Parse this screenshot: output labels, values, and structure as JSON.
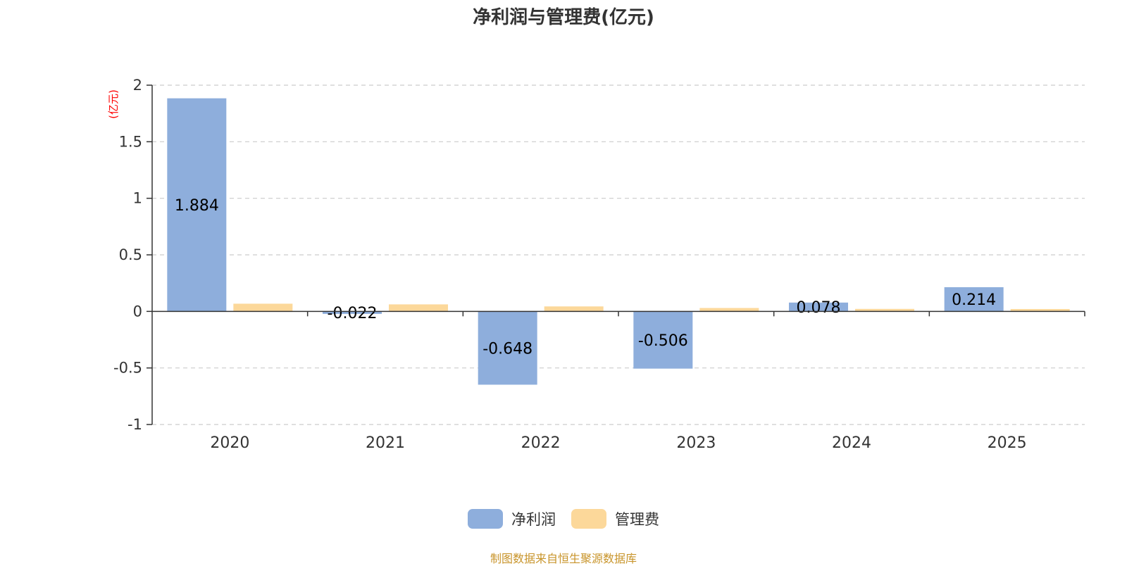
{
  "chart_data": {
    "type": "bar",
    "title": "净利润与管理费(亿元)",
    "ylabel": "(亿元)",
    "categories": [
      "2020",
      "2021",
      "2022",
      "2023",
      "2024",
      "2025"
    ],
    "series": [
      {
        "name": "净利润",
        "values": [
          1.884,
          -0.022,
          -0.648,
          -0.506,
          0.078,
          0.214
        ],
        "color": "#8eaedc",
        "show_labels": true
      },
      {
        "name": "管理费",
        "values": [
          0.068,
          0.062,
          0.044,
          0.03,
          0.022,
          0.021
        ],
        "color": "#fcd89a",
        "show_labels": false
      }
    ],
    "ylim": [
      -1,
      2
    ],
    "yticks": [
      -1,
      -0.5,
      0,
      0.5,
      1,
      1.5,
      2
    ],
    "ytick_labels": [
      "-1",
      "-0.5",
      "0",
      "0.5",
      "1",
      "1.5",
      "2"
    ],
    "grid": true,
    "legend_position": "bottom-center"
  },
  "source_note": "制图数据来自恒生聚源数据库",
  "colors": {
    "axis": "#333333",
    "grid": "#cccccc",
    "unit_label": "#ff0000",
    "source_note": "#c8942a"
  }
}
